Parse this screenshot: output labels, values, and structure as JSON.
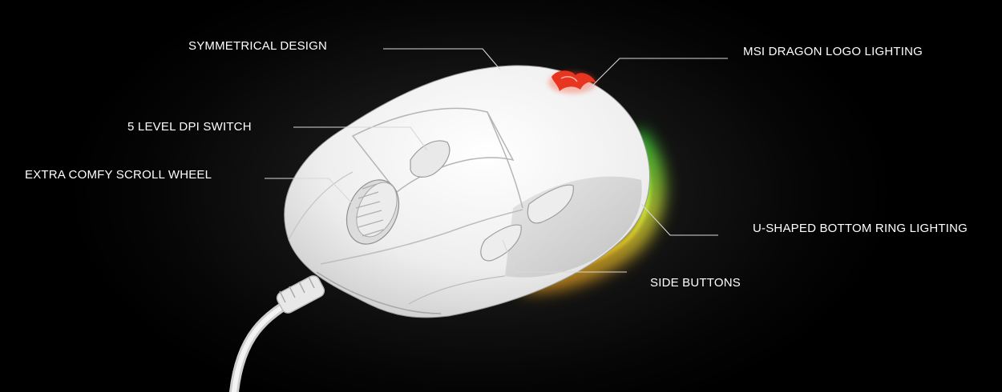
{
  "callouts": {
    "symmetrical_design": "SYMMETRICAL DESIGN",
    "dpi_switch": "5 LEVEL DPI SWITCH",
    "scroll_wheel": "EXTRA COMFY SCROLL WHEEL",
    "dragon_logo": "MSI DRAGON LOGO LIGHTING",
    "bottom_ring": "U-SHAPED BOTTOM RING LIGHTING",
    "side_buttons": "SIDE BUTTONS"
  },
  "colors": {
    "background": "#000000",
    "text": "#ffffff",
    "leader_line": "#d8d8d8",
    "mouse_body": "#f2f2f2",
    "logo": "#e8351f",
    "rgb_glow": [
      "#3cff3c",
      "#f2ff3c",
      "#ffb020"
    ]
  },
  "product": "white wired gaming mouse"
}
